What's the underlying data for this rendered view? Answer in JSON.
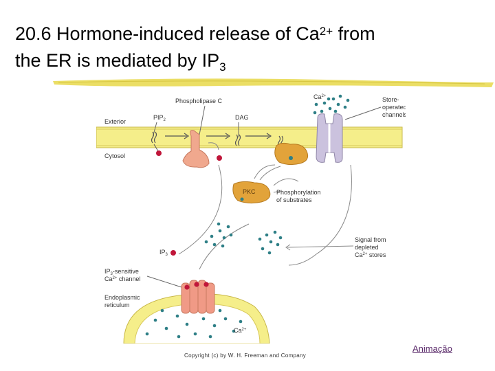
{
  "title": {
    "line1_main": "20.6 Hormone-induced release of Ca",
    "line1_sup": "2+",
    "line1_tail": " from",
    "line2_main": "the ER is mediated by IP",
    "line2_sub": "3"
  },
  "diagram": {
    "labels": {
      "exterior": "Exterior",
      "cytosol": "Cytosol",
      "pip2": "PIP",
      "pip2_sub": "2",
      "phospholipase": "Phospholipase C",
      "dag": "DAG",
      "ca_top": "Ca",
      "ca_top_sup": "2+",
      "store_operated_1": "Store-",
      "store_operated_2": "operated",
      "store_operated_3": "channels",
      "pkc": "PKC",
      "phos_1": "Phosphorylation",
      "phos_2": "of substrates",
      "signal_1": "Signal from",
      "signal_2": "depleted",
      "signal_3": "Ca",
      "signal_3_sup": "2+",
      "signal_3_tail": " stores",
      "ip3": "IP",
      "ip3_sub": "3",
      "ip3_channel_1": "IP",
      "ip3_channel_1_sub": "3",
      "ip3_channel_1_tail": "-sensitive",
      "ip3_channel_2": "Ca",
      "ip3_channel_2_sup": "2+",
      "ip3_channel_2_tail": " channel",
      "er_1": "Endoplasmic",
      "er_2": "reticulum",
      "ca_bottom": "Ca",
      "ca_bottom_sup": "2+"
    },
    "colors": {
      "membrane": "#f5ee8a",
      "membrane_edge": "#c8b84a",
      "ca_dot": "#2e7f86",
      "ip3_dot": "#c0163a",
      "pkc": "#e2a33a",
      "phospholipase": "#f0a88e",
      "store_channel": "#cbc2de",
      "ip3_receptor": "#f09a86"
    }
  },
  "copyright": "Copyright (c) by W. H. Freeman and Company",
  "link": "Animação"
}
